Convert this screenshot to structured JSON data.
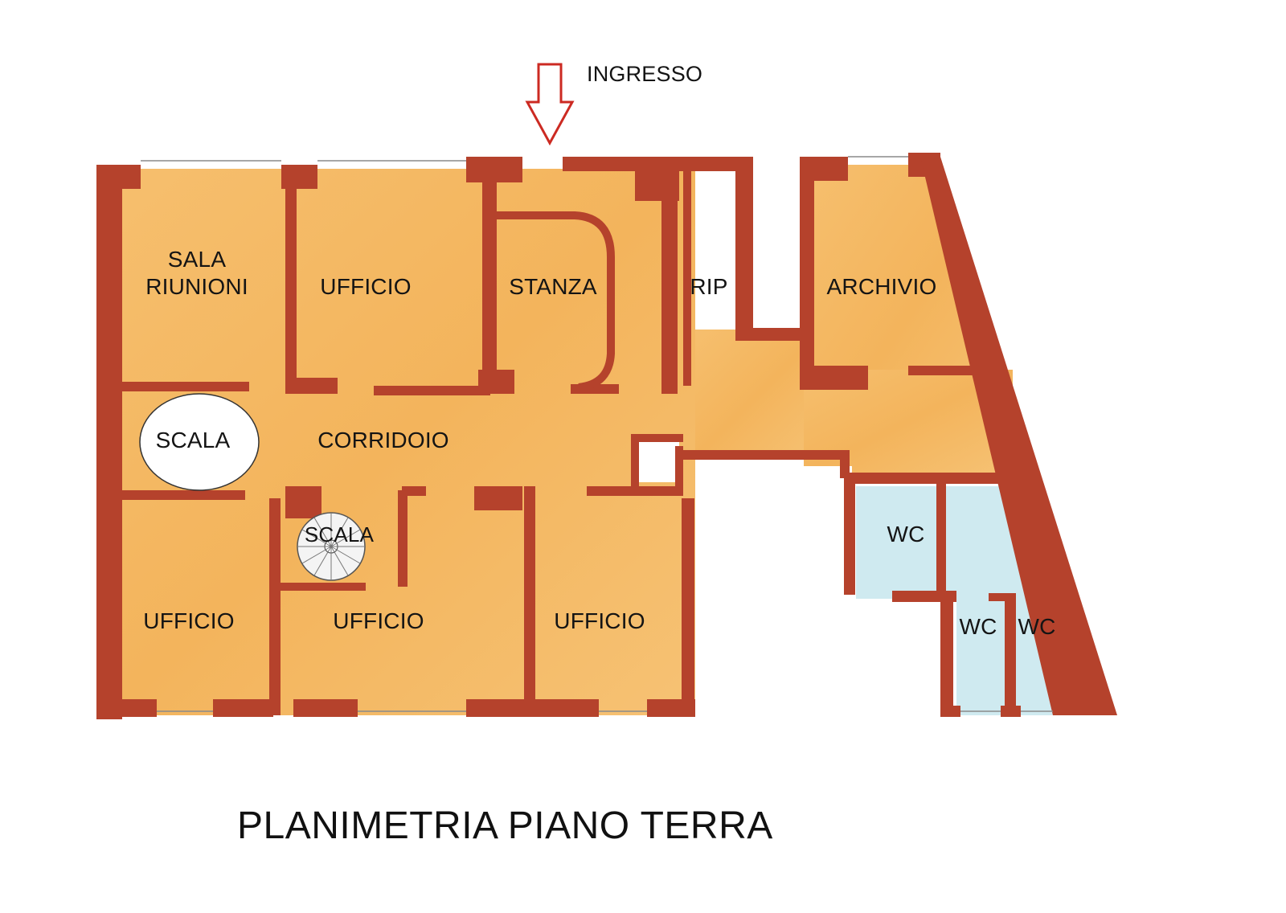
{
  "title": "PLANIMETRIA PIANO TERRA",
  "entrance": {
    "label": "INGRESSO"
  },
  "rooms": {
    "sala_riunioni": "SALA\nRIUNIONI",
    "ufficio_top": "UFFICIO",
    "stanza": "STANZA",
    "rip": "RIP",
    "archivio": "ARCHIVIO",
    "scala_oval": "SCALA",
    "corridoio": "CORRIDOIO",
    "scala_spiral": "SCALA",
    "ufficio_bottom_left": "UFFICIO",
    "ufficio_bottom_center": "UFFICIO",
    "ufficio_bottom_right": "UFFICIO",
    "wc_upper": "WC",
    "wc_lower_left": "WC",
    "wc_lower_right": "WC"
  },
  "colors": {
    "wall": "#b5422c",
    "floor": "#f4b862",
    "floor_light": "#f8c980",
    "wc_floor": "#cfeaf0",
    "arrow": "#cc2a22"
  }
}
